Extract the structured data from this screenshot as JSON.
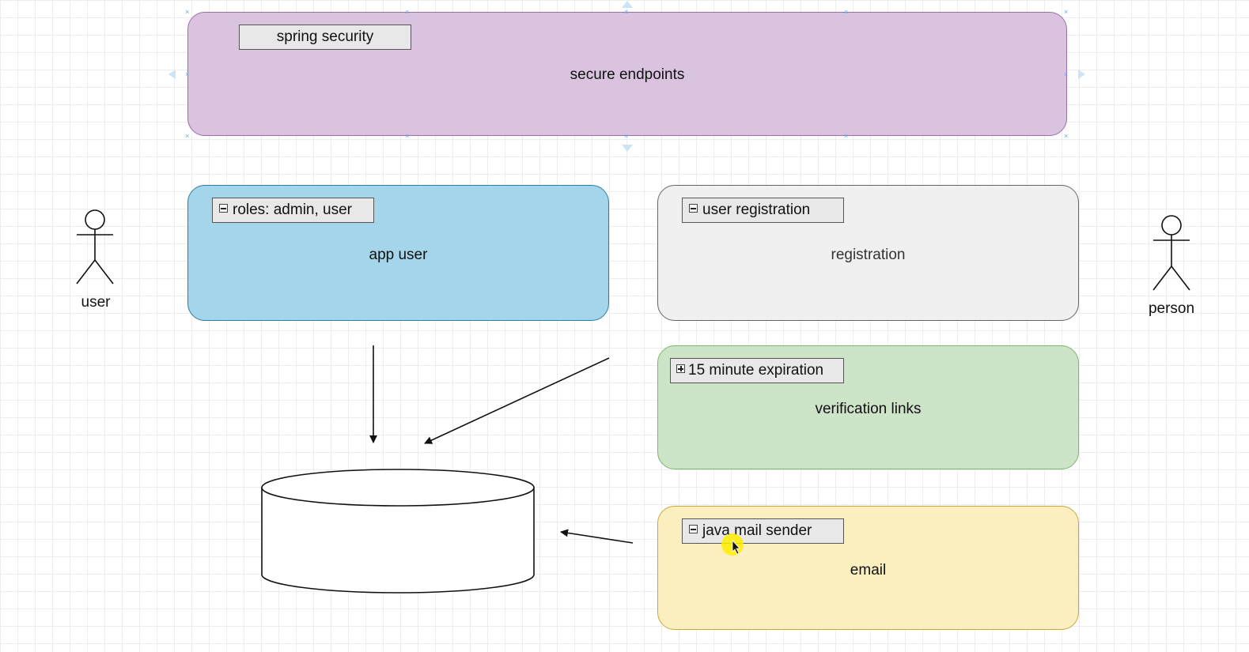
{
  "diagram": {
    "security": {
      "tag": "spring security",
      "label": "secure endpoints",
      "fill": "#d9c3df",
      "stroke": "#9a6fa6"
    },
    "app_user": {
      "tag": "roles: admin, user",
      "label": "app user",
      "fill": "#a5d5ea",
      "stroke": "#2d7ea5"
    },
    "registration": {
      "tag": "user registration",
      "label": "registration",
      "fill": "#f0f0f0",
      "stroke": "#666666"
    },
    "verification": {
      "tag": "15 minute expiration",
      "label": "verification links",
      "fill": "#cde4c9",
      "stroke": "#7fb66b"
    },
    "email": {
      "tag": "java mail sender",
      "label": "email",
      "fill": "#fbefc0",
      "stroke": "#c9a53a"
    },
    "actors": {
      "left": "user",
      "right": "person"
    },
    "database": {
      "label": ""
    }
  }
}
